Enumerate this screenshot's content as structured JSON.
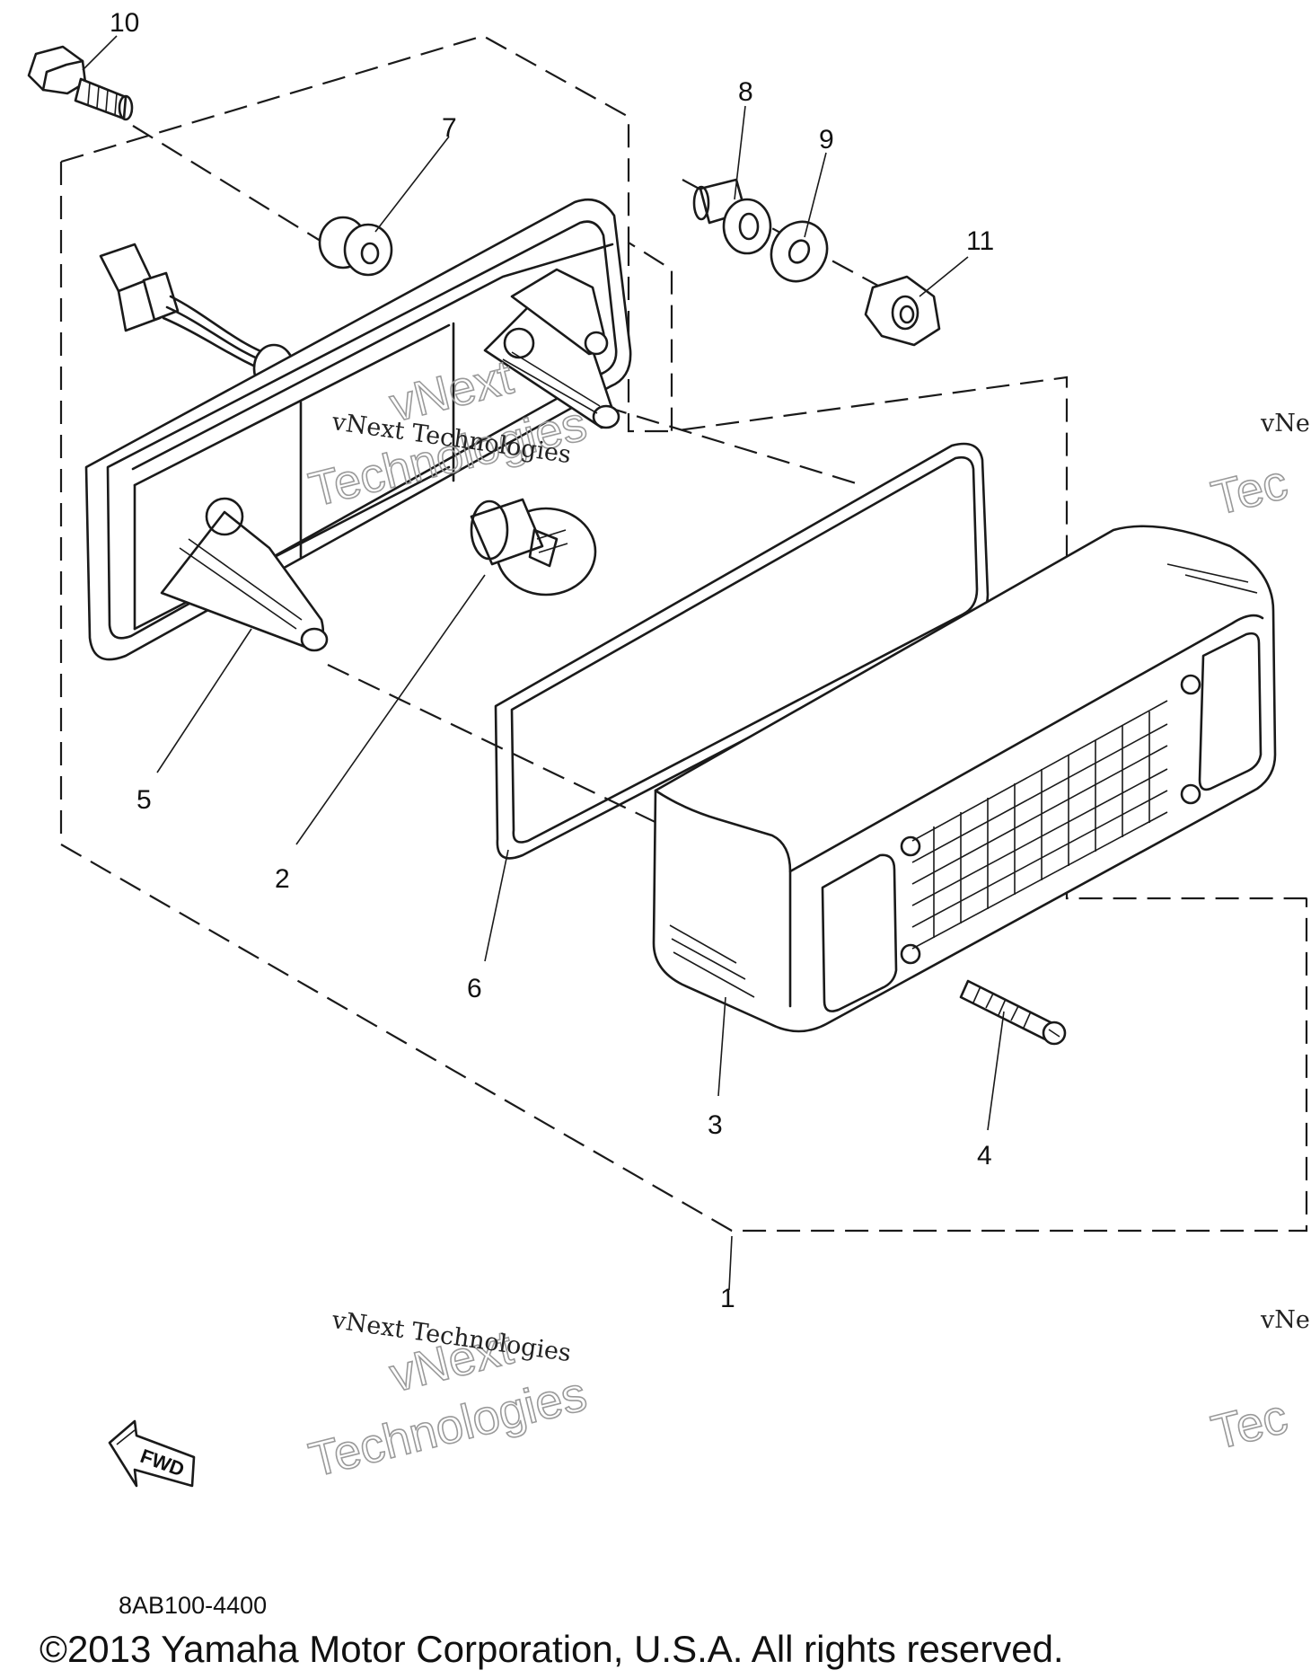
{
  "callouts": {
    "c1": "1",
    "c2": "2",
    "c3": "3",
    "c4": "4",
    "c5": "5",
    "c6": "6",
    "c7": "7",
    "c8": "8",
    "c9": "9",
    "c10": "10",
    "c11": "11"
  },
  "direction_marker": "FWD",
  "watermarks": {
    "company_serif": "vNext Technologies",
    "outline_top": "vNext",
    "outline_bottom": "Technologies",
    "edge_serif": "vNe",
    "edge_outline": "Tec"
  },
  "footer": {
    "part_code": "8AB100-4400",
    "copyright": "©2013 Yamaha Motor Corporation, U.S.A. All rights reserved."
  }
}
